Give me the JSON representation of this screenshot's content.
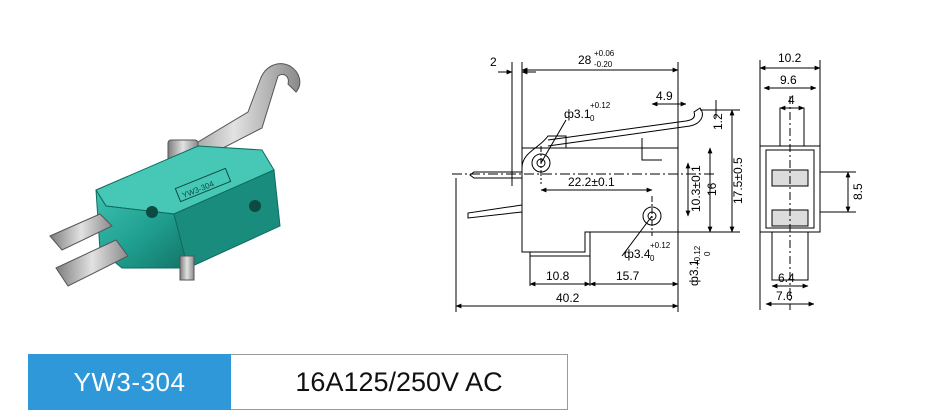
{
  "product": {
    "model": "YW3-304",
    "rating": "16A125/250V AC",
    "accent_color": "#2f98d8",
    "body_color": "#1f9e8f",
    "body_marking": "YW3-304"
  },
  "front_view": {
    "overall_width": "28",
    "overall_width_tol_upper": "+0.06",
    "overall_width_tol_lower": "-0.20",
    "offset_left": "2",
    "hole_top": "ф3.1",
    "hole_top_tol_upper": "+0.12",
    "hole_top_tol_lower": "0",
    "lever_height": "4.9",
    "lever_tip": "1.2",
    "hole_spacing": "22.2±0.1",
    "hole_vertical": "10.3±0.1",
    "body_height": "16",
    "overall_height": "17.5±0.5",
    "hole_small": "ф3.4",
    "hole_small_tol_upper": "+0.12",
    "hole_small_tol_lower": "0",
    "hole_bottom": "ф3.1",
    "hole_bottom_tol_upper": "+0.12",
    "hole_bottom_tol_lower": "0",
    "terminal_offset": "10.8",
    "terminal_spacing": "15.7",
    "overall_length": "40.2"
  },
  "side_view": {
    "width_outer": "10.2",
    "width_inner": "9.6",
    "actuator_width": "4",
    "terminal_height": "8.5",
    "terminal_width_inner": "6.4",
    "terminal_width_outer": "7.6"
  }
}
